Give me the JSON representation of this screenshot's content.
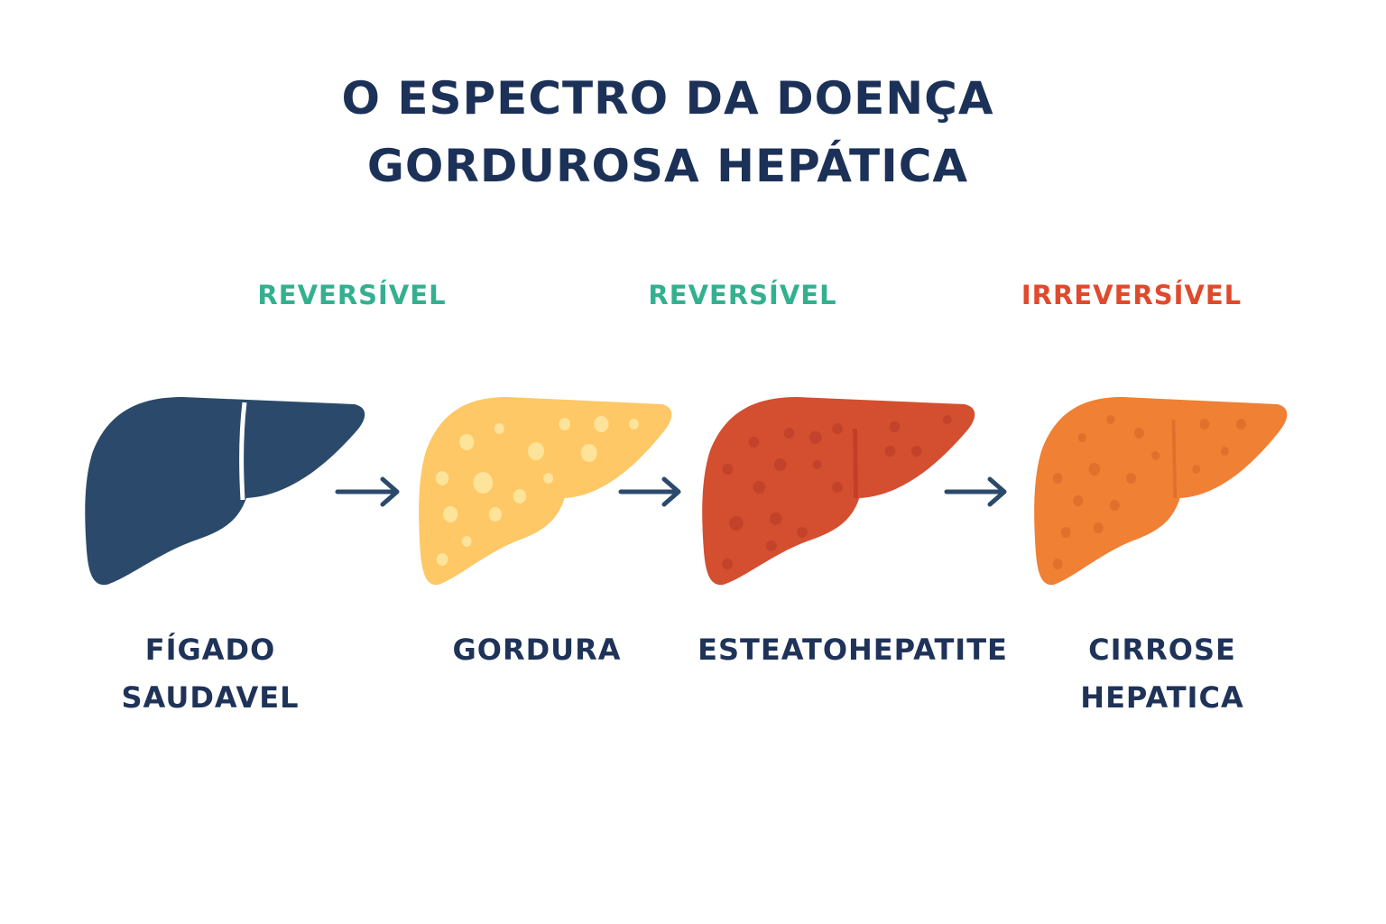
{
  "title": {
    "line1": "O ESPECTRO DA DOENÇA",
    "line2": "GORDUROSA HEPÁTICA"
  },
  "colors": {
    "title": "#1c3157",
    "reversible": "#33b08f",
    "irreversible": "#e04a2c",
    "healthy": "#2b4a6b",
    "fat": "#fdc865",
    "steatohepatitis": "#d44e30",
    "cirrhosis": "#ef8034"
  },
  "tags": [
    "REVERSÍVEL",
    "REVERSÍVEL",
    "IRREVERSÍVEL"
  ],
  "stages": [
    {
      "line1": "FÍGADO",
      "line2": "SAUDAVEL"
    },
    {
      "line1": "GORDURA",
      "line2": ""
    },
    {
      "line1": "ESTEATOHEPATITE",
      "line2": ""
    },
    {
      "line1": "CIRROSE",
      "line2": "HEPATICA"
    }
  ]
}
